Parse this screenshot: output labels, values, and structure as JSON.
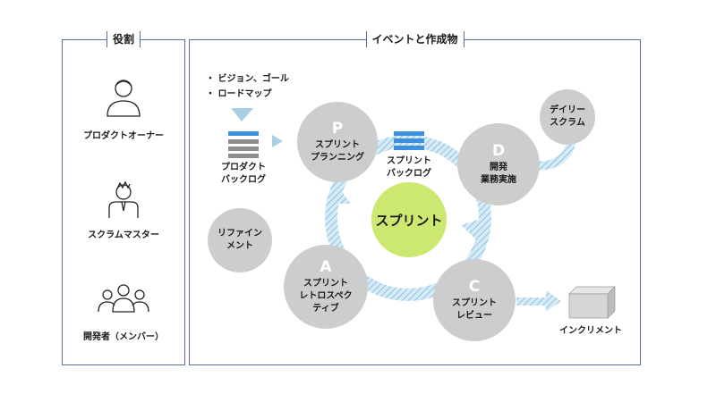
{
  "roles": {
    "title": "役割",
    "items": [
      {
        "label": "プロダクトオーナー",
        "icon": "product-owner-person-icon"
      },
      {
        "label": "スクラムマスター",
        "icon": "scrum-master-person-icon"
      },
      {
        "label": "開発者（メンバー）",
        "icon": "developers-group-icon"
      }
    ]
  },
  "events": {
    "title": "イベントと作成物",
    "bullets": [
      "ビジョン、ゴール",
      "ロードマップ"
    ],
    "product_backlog": "プロダクト\nバックログ",
    "refinement": "リファイン\nメント",
    "planning": {
      "letter": "P",
      "name": "スプリント\nプランニング"
    },
    "sprint_backlog": "スプリント\nバックログ",
    "development": {
      "letter": "D",
      "name": "開発\n業務実施"
    },
    "daily_scrum": "デイリー\nスクラム",
    "sprint": "スプリント",
    "retrospective": {
      "letter": "A",
      "name": "スプリント\nレトロスペク\nティブ"
    },
    "review": {
      "letter": "C",
      "name": "スプリント\nレビュー"
    },
    "increment": "インクリメント"
  },
  "colors": {
    "border": "#5a6f95",
    "circle": "#cdcdcd",
    "sprint": "#cde870",
    "backlog_blue": "#3d8fe0",
    "backlog_gray": "#8c8c8c",
    "flow_arrow": "#a9cfe4"
  }
}
